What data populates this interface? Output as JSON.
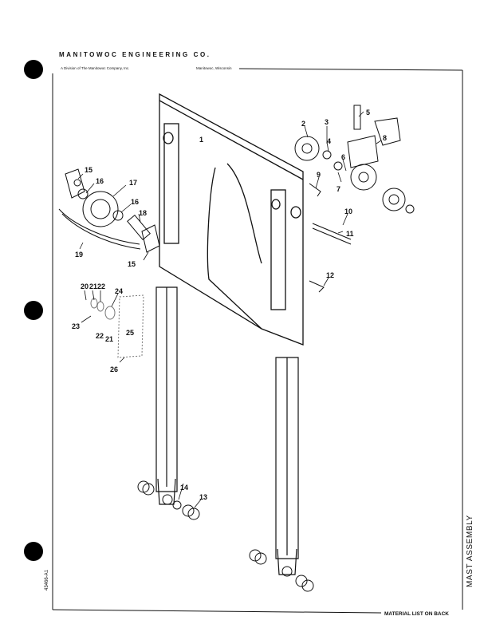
{
  "header": {
    "company": "MANITOWOC ENGINEERING CO.",
    "division": "A Division of The Manitowoc Company, Inc.",
    "location": "Manitowoc, Wisconsin"
  },
  "footer": {
    "material_note": "MATERIAL LIST ON BACK",
    "section_title": "MAST ASSEMBLY",
    "doc_number": "43466-A1"
  },
  "callouts": {
    "c1": "1",
    "c2": "2",
    "c3": "3",
    "c4": "4",
    "c5": "5",
    "c6": "6",
    "c7": "7",
    "c8": "8",
    "c9": "9",
    "c10": "10",
    "c11": "11",
    "c12": "12",
    "c13": "13",
    "c14": "14",
    "c15a": "15",
    "c15b": "15",
    "c16a": "16",
    "c16b": "16",
    "c17": "17",
    "c18": "18",
    "c19": "19",
    "c20": "20",
    "c21a": "21",
    "c21b": "21",
    "c22a": "22",
    "c22b": "22",
    "c23": "23",
    "c24": "24",
    "c25": "25",
    "c26": "26"
  }
}
